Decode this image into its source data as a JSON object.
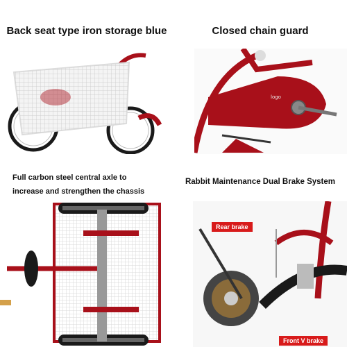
{
  "panels": {
    "top_left": {
      "caption": "Back seat type iron storage blue"
    },
    "top_right": {
      "caption": "Closed chain guard"
    },
    "bottom_left": {
      "caption_line1": "Full carbon steel central axle to",
      "caption_line2": "increase and strengthen the chassis"
    },
    "bottom_right": {
      "caption": "Rabbit Maintenance Dual Brake System"
    }
  },
  "tags": {
    "rear_brake": "Rear brake",
    "front_brake": "Front V brake"
  },
  "colors": {
    "frame_red": "#a8101a",
    "basket_white": "#f4f4f4",
    "tire_black": "#1a1a1a",
    "tag_red": "#d81b1b"
  }
}
